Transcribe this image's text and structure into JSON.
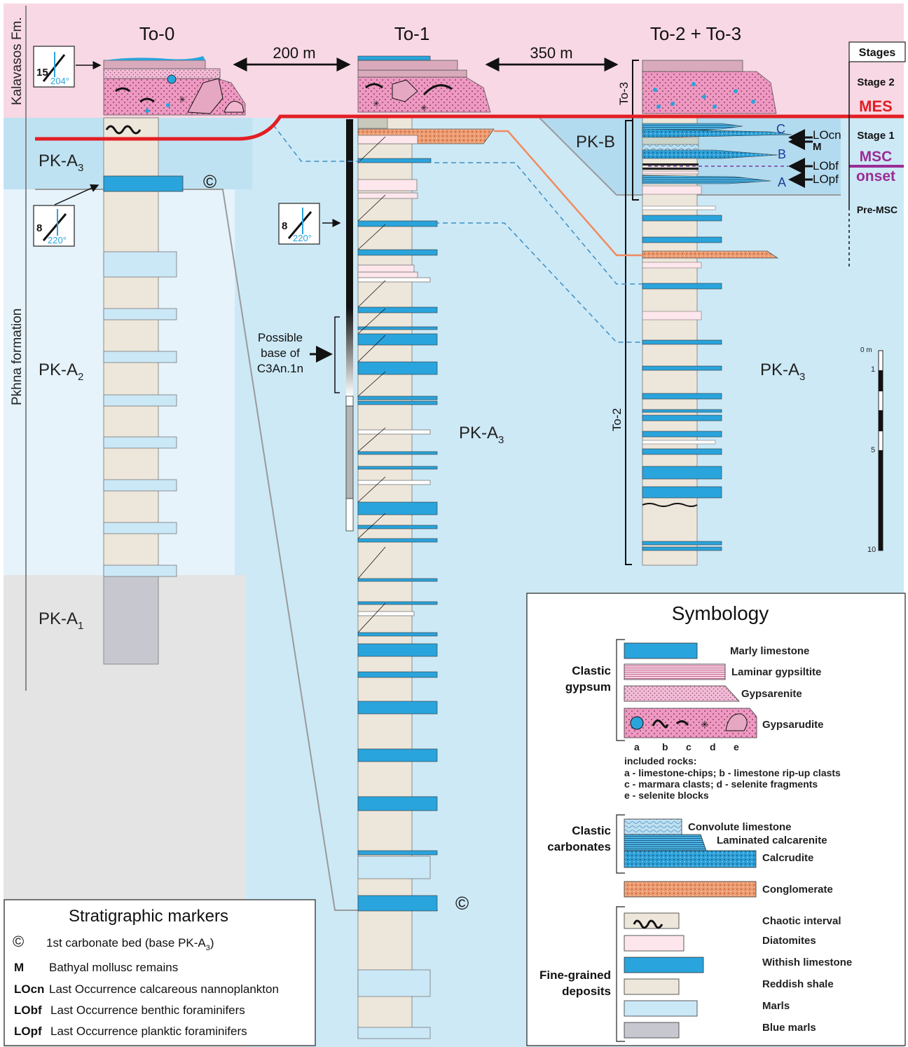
{
  "formations": {
    "kalavasos": "Kalavasos Fm.",
    "pkhna": "Pkhna formation"
  },
  "columns": {
    "to0": "To-0",
    "to1": "To-1",
    "to23": "To-2 + To-3",
    "to2_bracket": "To-2",
    "to3_bracket": "To-3"
  },
  "distances": {
    "d1": "200 m",
    "d2": "350 m"
  },
  "units": {
    "pka3": "PK-A",
    "pka3_sub": "3",
    "pka2": "PK-A",
    "pka2_sub": "2",
    "pka1": "PK-A",
    "pka1_sub": "1",
    "pkb": "PK-B"
  },
  "dips": [
    {
      "dip": "15",
      "azimuth": "204°"
    },
    {
      "dip": "8",
      "azimuth": "220°"
    },
    {
      "dip": "8",
      "azimuth": "220°"
    }
  ],
  "markers": {
    "carbonate_symbol": "©",
    "letters": [
      "A",
      "B",
      "C"
    ],
    "M": "M",
    "LOcn": "LOcn",
    "LObf": "LObf",
    "LOpf": "LOpf"
  },
  "magneto": {
    "line1": "Possible",
    "line2": "base of",
    "line3": "C3An.1n"
  },
  "stages": {
    "header": "Stages",
    "stage2": "Stage 2",
    "mes": "MES",
    "stage1": "Stage 1",
    "msc": "MSC",
    "onset": "onset",
    "premsc": "Pre-MSC"
  },
  "scale": {
    "ticks": [
      "0 m",
      "1",
      "5",
      "10"
    ]
  },
  "symbology": {
    "title": "Symbology",
    "groups": {
      "clastic_gypsum": [
        "Clastic",
        "gypsum"
      ],
      "clastic_carbonates": [
        "Clastic",
        "carbonates"
      ],
      "fine_grained": [
        "Fine-grained",
        "deposits"
      ]
    },
    "items": {
      "marly_limestone": "Marly limestone",
      "laminar_gypsiltite": "Laminar gypsiltite",
      "gypsarenite": "Gypsarenite",
      "gypsarudite": "Gypsarudite",
      "convolute_limestone": "Convolute limestone",
      "laminated_calcarenite": "Laminated calcarenite",
      "calcrudite": "Calcrudite",
      "conglomerate": "Conglomerate",
      "chaotic_interval": "Chaotic interval",
      "diatomites": "Diatomites",
      "withish_limestone": "Withish limestone",
      "reddish_shale": "Reddish shale",
      "marls": "Marls",
      "blue_marls": "Blue marls"
    },
    "abcde": [
      "a",
      "b",
      "c",
      "d",
      "e"
    ],
    "included": [
      "included rocks:",
      "a - limestone-chips; b - limestone rip-up clasts",
      "c - marmara clasts; d - selenite fragments",
      "e - selenite blocks"
    ]
  },
  "strat_markers": {
    "title": "Stratigraphic markers",
    "rows": [
      {
        "key": "©",
        "text": "1st carbonate bed (base PK-A",
        "sub": "3",
        "tail": ")"
      },
      {
        "key": "M",
        "text": "Bathyal mollusc remains",
        "sub": "",
        "tail": ""
      },
      {
        "key": "LOcn",
        "text": "Last Occurrence calcareous nannoplankton",
        "sub": "",
        "tail": ""
      },
      {
        "key": "LObf",
        "text": "Last Occurrence benthic foraminifers",
        "sub": "",
        "tail": ""
      },
      {
        "key": "LOpf",
        "text": "Last Occurrence planktic foraminifers",
        "sub": "",
        "tail": ""
      }
    ]
  },
  "colors": {
    "pink_bg": "#f8d8e4",
    "blue_bg": "#cde9f6",
    "light_bg": "#e7f3fb",
    "gray_bg": "#e4e4e4",
    "pka3_band": "#bfe2f2",
    "marl_shale": "#ede6da",
    "blue_limestone": "#2aa4dc",
    "marls": "#cbe8f7",
    "blue_marls": "#c7c8cf",
    "mes_red": "#e31e24",
    "msc_purple": "#9b2c95",
    "conglomerate": "#e8946a",
    "gypsarudite": "#ea9fc3"
  }
}
